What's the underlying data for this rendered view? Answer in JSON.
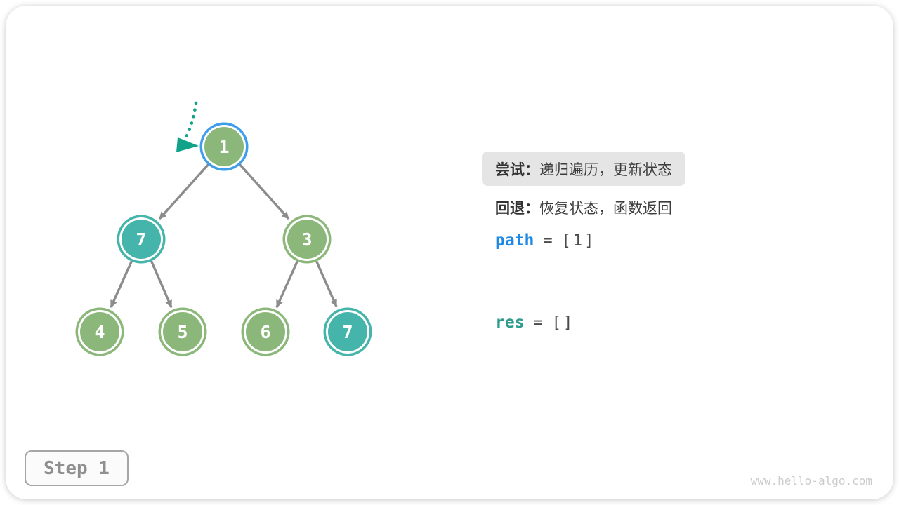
{
  "panel": {
    "try": {
      "label": "尝试：",
      "text": "递归遍历，更新状态"
    },
    "back": {
      "label": "回退：",
      "text": "恢复状态，函数返回"
    },
    "path": {
      "name": "path",
      "eq": "=",
      "value": "[1]"
    },
    "res": {
      "name": "res",
      "eq": "=",
      "value": "[]"
    }
  },
  "tree": {
    "nodes": [
      {
        "value": "1",
        "state": "current"
      },
      {
        "value": "7",
        "state": "target"
      },
      {
        "value": "3",
        "state": "default"
      },
      {
        "value": "4",
        "state": "default"
      },
      {
        "value": "5",
        "state": "default"
      },
      {
        "value": "6",
        "state": "default"
      },
      {
        "value": "7",
        "state": "target"
      }
    ]
  },
  "step_badge": {
    "label": "Step 1"
  },
  "watermark": "www.hello-algo.com",
  "colors": {
    "node_green": "#8BB87A",
    "node_teal": "#45B4AA",
    "current_ring_blue": "#3F9EEB",
    "edge_gray": "#8C8C8C",
    "pointer_teal": "#10A38A",
    "path_keyword_blue": "#1E88E5",
    "res_keyword_teal": "#2F9C8F",
    "highlight_bg": "#E5E5E5"
  }
}
